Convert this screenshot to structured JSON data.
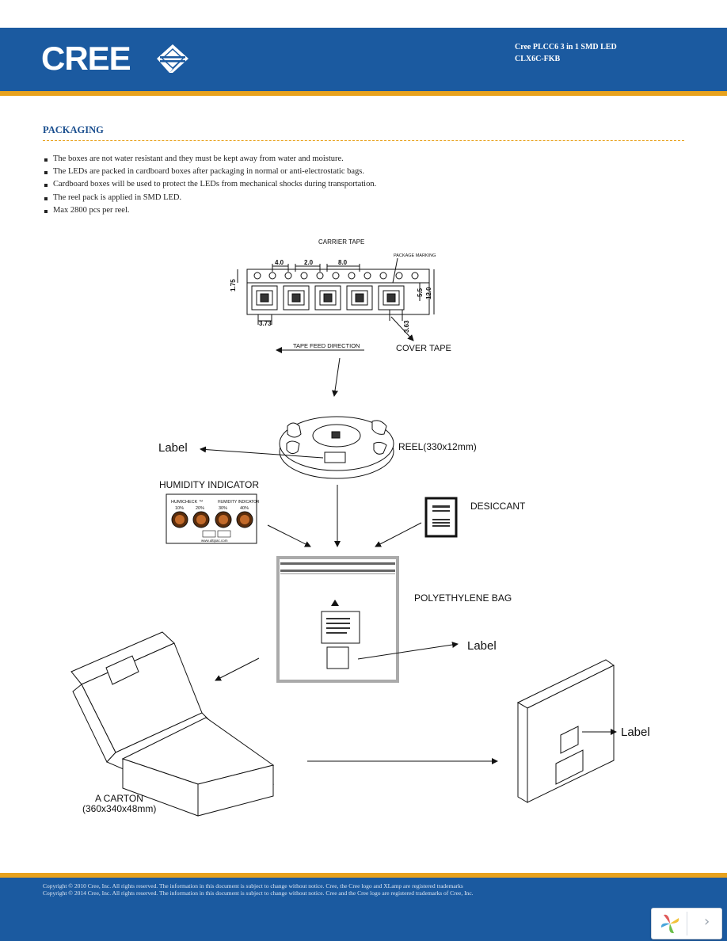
{
  "header": {
    "logo_text": "CREE",
    "title_line1": "Cree PLCC6 3 in 1 SMD LED",
    "title_line2": "CLX6C-FKB"
  },
  "section": {
    "title": "PACKAGING",
    "bullets": [
      "The boxes are not water resistant and they must be kept away from water and moisture.",
      "The LEDs are packed in cardboard boxes after packaging in normal or anti-electrostatic bags.",
      "Cardboard boxes will be used to protect the LEDs from mechanical shocks during transportation.",
      "The reel pack is applied in SMD LED.",
      "Max 2800 pcs per reel."
    ]
  },
  "diagram": {
    "carrier_tape": "CARRIER TAPE",
    "package_marking": "PACKAGE MARKING",
    "dim_pitch_4": "4.0",
    "dim_2": "2.0",
    "dim_8": "8.0",
    "dim_175": "1.75",
    "dim_55": "5.5",
    "dim_12": "12.0",
    "dim_373": "3.73",
    "dim_363": "3.63",
    "tape_feed": "TAPE FEED DIRECTION",
    "cover_tape": "COVER  TAPE",
    "label_reel": "Label",
    "reel": "REEL(330x12mm)",
    "humidity_indicator": "HUMIDITY   INDICATOR",
    "humicheck": "HUMICHECK ™",
    "humidity_card_title": "HUMIDITY INDICATOR",
    "pct_10": "10%",
    "pct_20": "20%",
    "pct_30": "30%",
    "pct_40": "40%",
    "card_url": "www.ultipac.com",
    "desiccant": "DESICCANT",
    "polyethylene_bag": "POLYETHYLENE BAG",
    "label_bag": "Label",
    "label_box": "Label",
    "carton_line1": "A CARTON",
    "carton_line2": "(360x340x48mm)"
  },
  "footer": {
    "line1": "Copyright © 2010 Cree, Inc. All rights reserved. The information in this document is subject to change without notice. Cree, the Cree logo and XLamp are registered trademarks",
    "line2": "Copyright © 2014 Cree, Inc. All rights reserved. The information in this document is subject to change without notice. Cree and the Cree logo are registered trademarks of Cree, Inc."
  },
  "colors": {
    "header_blue": "#1b5aa0",
    "accent_orange": "#e8a21d",
    "title_blue": "#1b4f8f"
  }
}
